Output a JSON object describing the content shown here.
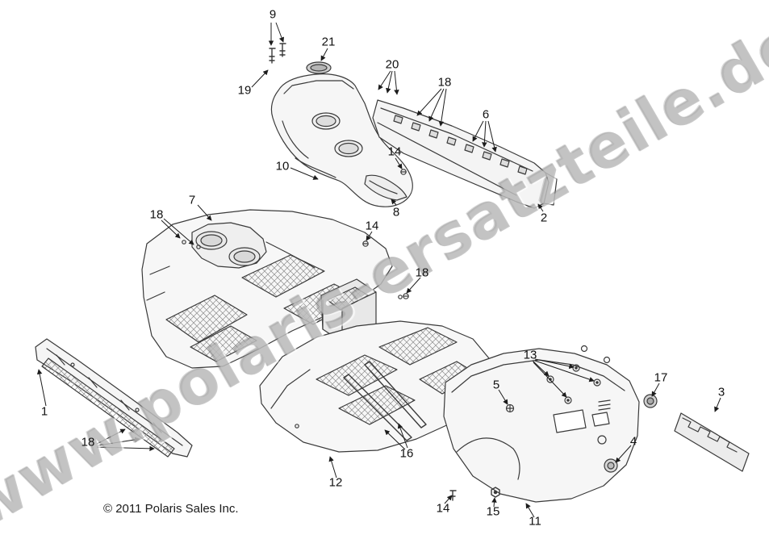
{
  "watermark": {
    "text": "www.polaris-ersatzteile.de"
  },
  "footer": {
    "copyright": "© 2011 Polaris Sales Inc."
  },
  "colors": {
    "line": "#3a3a3a",
    "watermark_gray": "#919191",
    "fill_light": "#f6f6f6",
    "fill_mid": "#e3e3e3"
  },
  "callouts": [
    {
      "label": "9"
    },
    {
      "label": "21"
    },
    {
      "label": "19"
    },
    {
      "label": "20"
    },
    {
      "label": "18"
    },
    {
      "label": "6"
    },
    {
      "label": "14"
    },
    {
      "label": "10"
    },
    {
      "label": "8"
    },
    {
      "label": "2"
    },
    {
      "label": "7"
    },
    {
      "label": "18"
    },
    {
      "label": "14"
    },
    {
      "label": "18"
    },
    {
      "label": "13"
    },
    {
      "label": "5"
    },
    {
      "label": "17"
    },
    {
      "label": "3"
    },
    {
      "label": "1"
    },
    {
      "label": "18"
    },
    {
      "label": "16"
    },
    {
      "label": "12"
    },
    {
      "label": "4"
    },
    {
      "label": "14"
    },
    {
      "label": "15"
    },
    {
      "label": "11"
    }
  ]
}
